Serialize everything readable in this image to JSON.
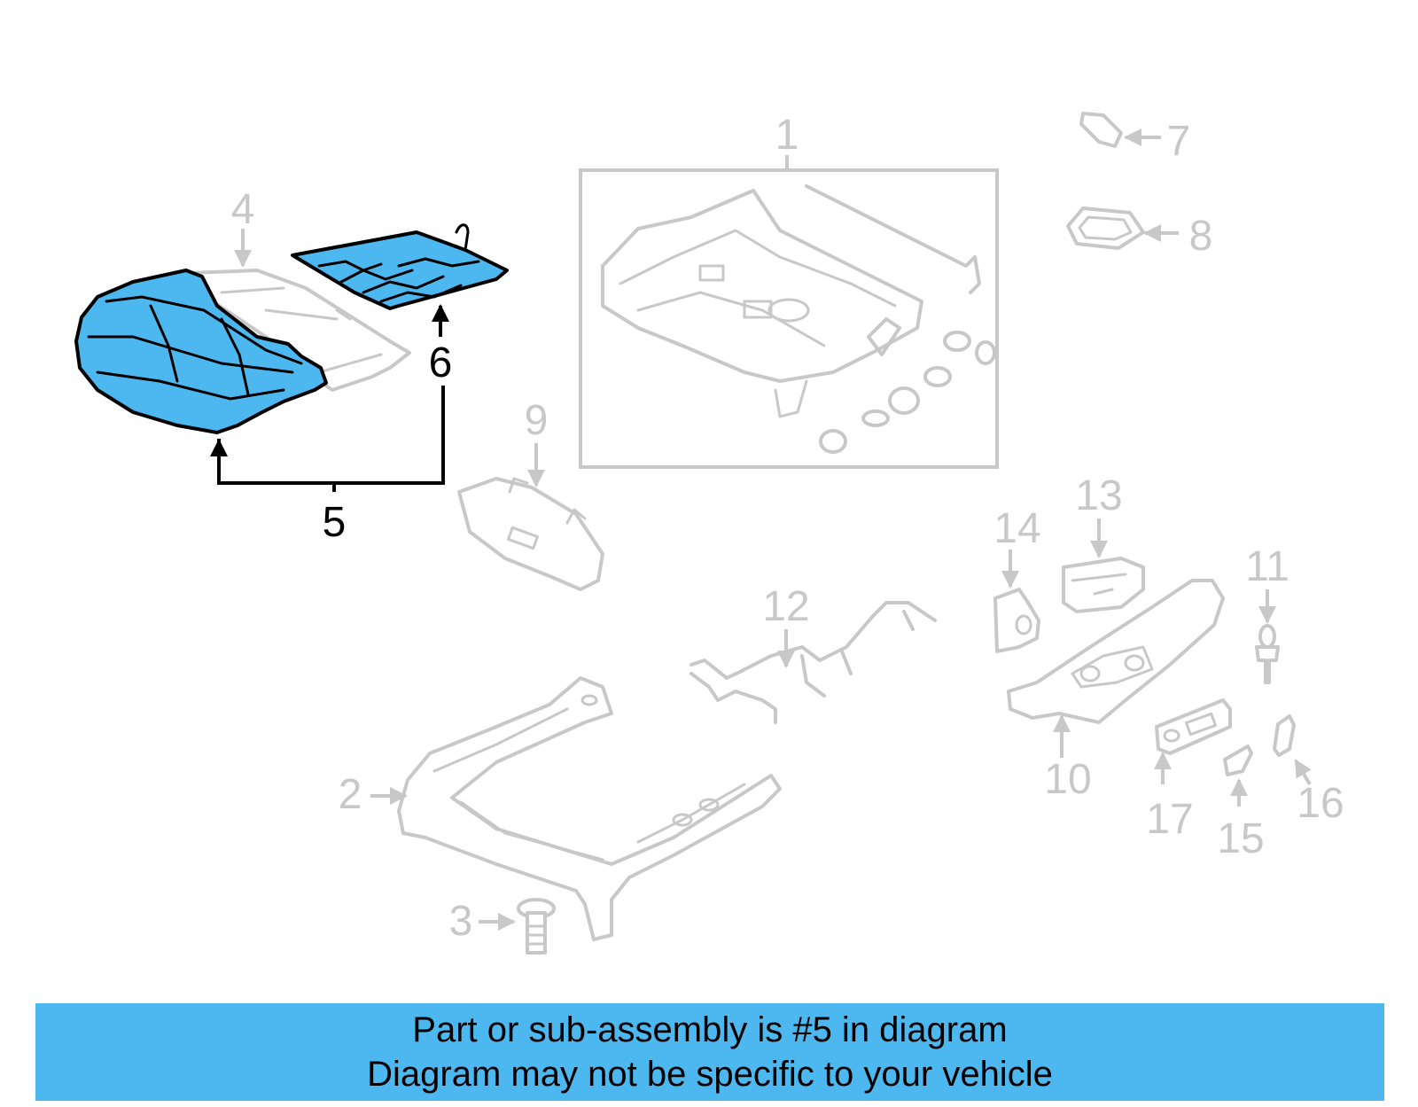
{
  "callouts": {
    "c1": "1",
    "c2": "2",
    "c3": "3",
    "c4": "4",
    "c5": "5",
    "c6": "6",
    "c7": "7",
    "c8": "8",
    "c9": "9",
    "c10": "10",
    "c11": "11",
    "c12": "12",
    "c13": "13",
    "c14": "14",
    "c15": "15",
    "c16": "16",
    "c17": "17"
  },
  "highlight": {
    "part_number": "5",
    "color": "#4db8f0",
    "outline_color": "#000000",
    "ghost_color": "#c8c8c8"
  },
  "banner": {
    "line1": "Part or sub-assembly is #5 in diagram",
    "line2": "Diagram may not be specific to your vehicle",
    "color": "#4db8f0"
  }
}
